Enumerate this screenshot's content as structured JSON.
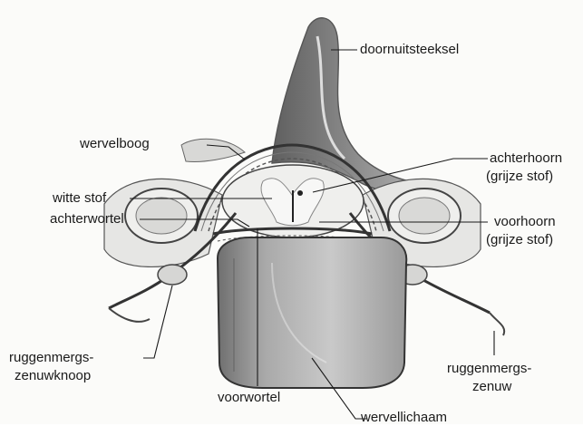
{
  "labels": {
    "doornuitsteeksel": "doornuitsteeksel",
    "wervelboog": "wervelboog",
    "achterhoorn_1": "achterhoorn",
    "achterhoorn_2": "(grijze stof)",
    "witte_stof": "witte stof",
    "achterwortel": "achterwortel",
    "voorhoorn_1": "voorhoorn",
    "voorhoorn_2": "(grijze stof)",
    "ruggenmergszenuwknoop_1": "ruggenmergs-",
    "ruggenmergszenuwknoop_2": "zenuwknoop",
    "ruggenmergszenuw_1": "ruggenmergs-",
    "ruggenmergszenuw_2": "zenuw",
    "voorwortel": "voorwortel",
    "wervellichaam": "wervellichaam"
  },
  "colors": {
    "ink": "#1a1a1a",
    "bone_shade": "#8e8e8e",
    "tissue": "#e8e8e6"
  }
}
